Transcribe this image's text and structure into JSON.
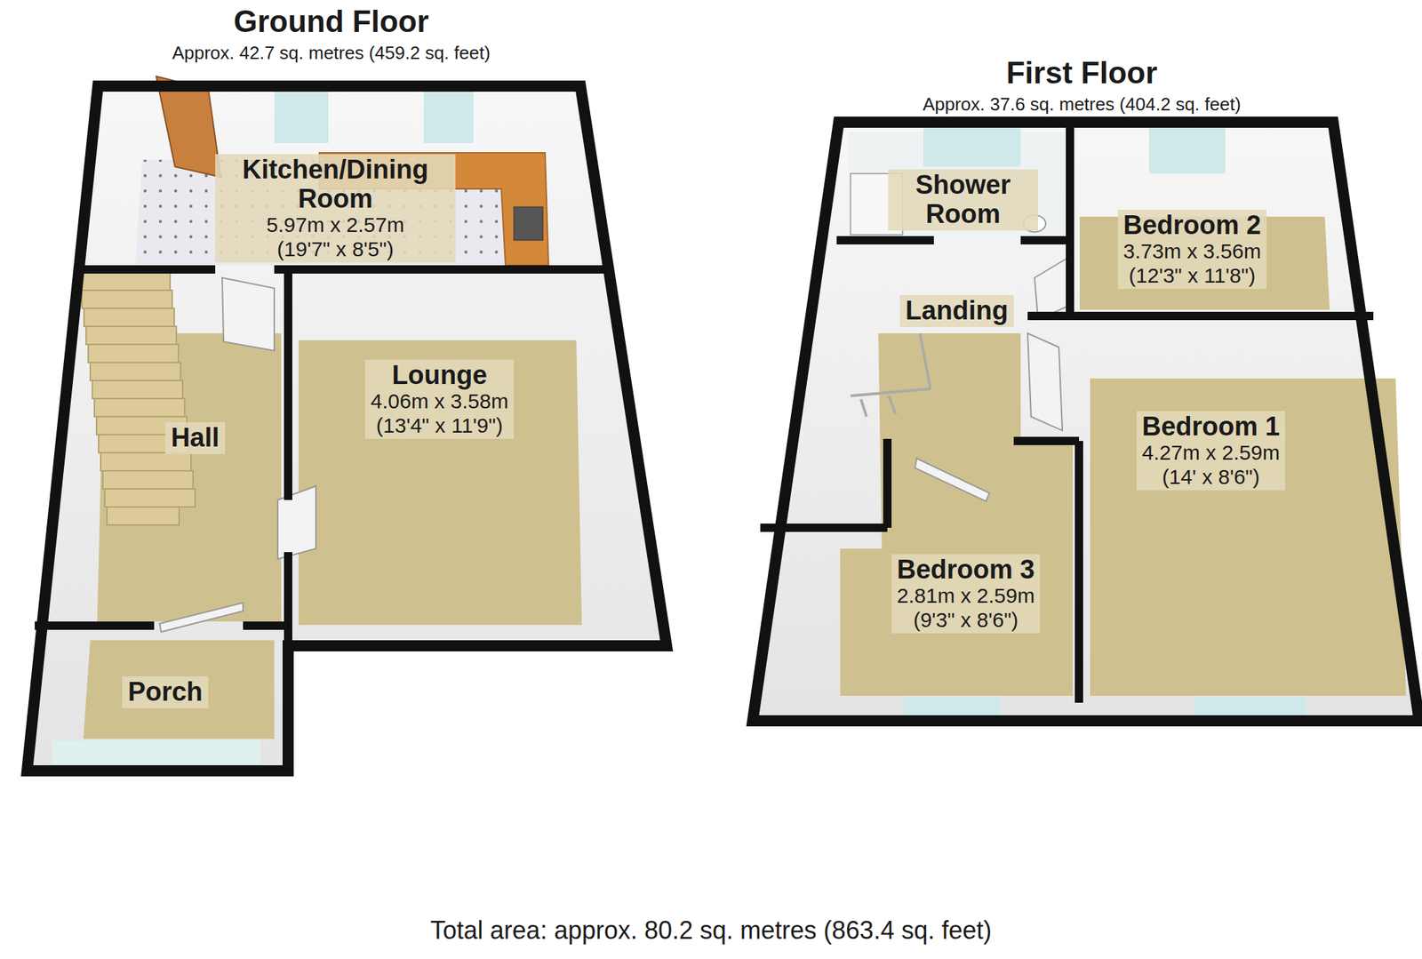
{
  "diagram": {
    "nodes": [
      {
        "text": [
          "Ground Floor",
          "Approx. 42.7 sq. metres (459.2 sq. feet)"
        ]
      },
      {
        "text": [
          "Kitchen/Dining Room",
          "5.97m x 2.57m",
          "(19'7\" x 8'5\")"
        ],
        "in": 0
      },
      {
        "text": [
          "Hall"
        ],
        "in": 0
      },
      {
        "text": [
          "Lounge",
          "4.06m x 3.58m",
          "(13'4\" x 11'9\")"
        ],
        "in": 0
      },
      {
        "text": [
          "Porch"
        ],
        "in": 0
      },
      {
        "text": [
          "First Floor",
          "Approx. 37.6 sq. metres (404.2 sq. feet)"
        ]
      },
      {
        "text": [
          "Shower Room"
        ],
        "in": 5
      },
      {
        "text": [
          "Bedroom 2",
          "3.73m x 3.56m",
          "(12'3\" x 11'8\")"
        ],
        "in": 5
      },
      {
        "text": [
          "Landing"
        ],
        "in": 5
      },
      {
        "text": [
          "Bedroom 1",
          "4.27m x 2.59m",
          "(14' x 8'6\")"
        ],
        "in": 5
      },
      {
        "text": [
          "Bedroom 3",
          "2.81m x 2.59m",
          "(9'3\" x 8'6\")"
        ],
        "in": 5
      }
    ],
    "caption": "Total area: approx. 80.2 sq. metres (863.4 sq. feet)"
  }
}
